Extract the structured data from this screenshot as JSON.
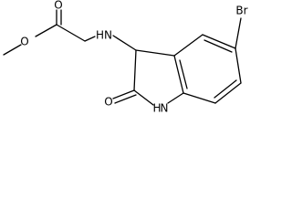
{
  "structure": {
    "atoms": {
      "o_methoxy": "O",
      "o_carbonyl": "O",
      "amine": "HN",
      "bromine": "Br",
      "lactam_o": "O",
      "lactam_nh_h": "H",
      "lactam_nh_n": "N"
    },
    "colors": {
      "bond": "#000000",
      "label": "#000000",
      "background": "#ffffff"
    }
  }
}
